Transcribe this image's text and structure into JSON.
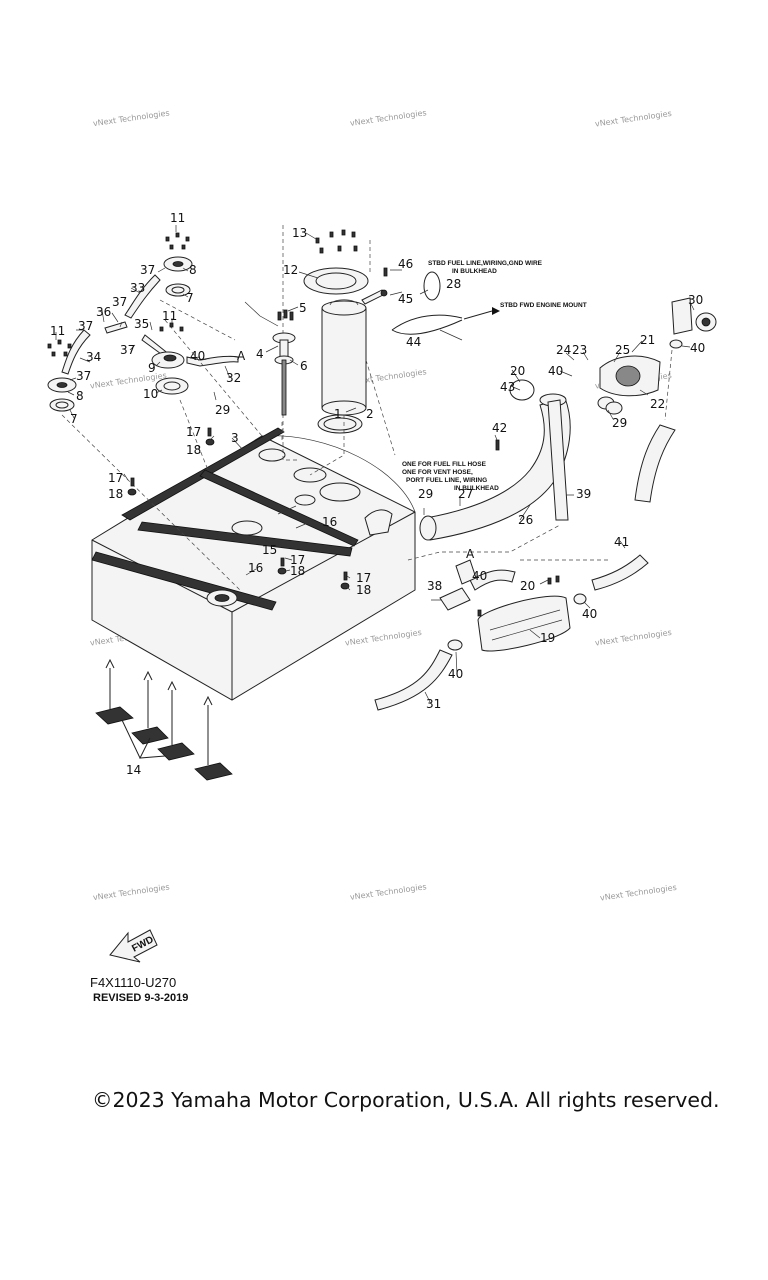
{
  "diagram": {
    "watermark": "vNext Technologies",
    "callouts": [
      "1",
      "2",
      "3",
      "4",
      "5",
      "6",
      "7",
      "8",
      "9",
      "10",
      "11",
      "12",
      "13",
      "14",
      "15",
      "16",
      "17",
      "18",
      "19",
      "20",
      "21",
      "22",
      "23",
      "24",
      "25",
      "26",
      "27",
      "28",
      "29",
      "30",
      "31",
      "32",
      "33",
      "34",
      "35",
      "36",
      "37",
      "38",
      "39",
      "40",
      "41",
      "42",
      "43",
      "44",
      "45",
      "46"
    ],
    "connector_letter": "A",
    "notes": {
      "stbd_fuel_line_1": "STBD FUEL LINE,WIRING,GND WIRE",
      "stbd_fuel_line_2": "IN BULKHEAD",
      "stbd_engine_mount": "STBD FWD ENGINE MOUNT",
      "port_note_1": "ONE FOR FUEL FILL HOSE",
      "port_note_2": "ONE FOR VENT HOSE,",
      "port_note_3": "PORT FUEL LINE, WIRING",
      "port_note_4": "IN BULKHEAD"
    },
    "fwd_label": "FWD",
    "drawing_code": "F4X1110-U270",
    "revised": "REVISED 9-3-2019"
  },
  "footer": {
    "copyright": "©2023 Yamaha Motor Corporation, U.S.A. All rights reserved."
  }
}
